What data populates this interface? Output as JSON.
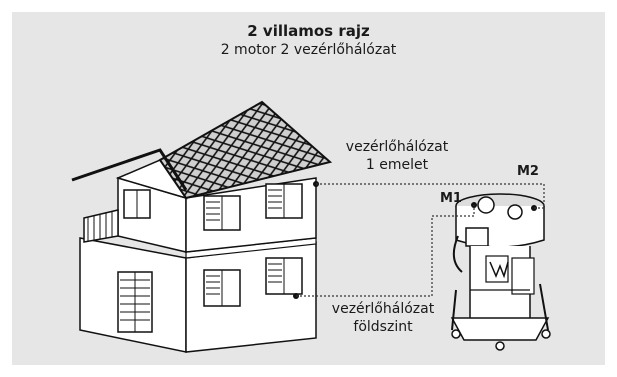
{
  "title": "2 villamos rajz",
  "subtitle": "2 motor 2 vezérlőhálózat",
  "upper_network": {
    "line1": "vezérlőhálózat",
    "line2": "1 emelet"
  },
  "ground_network": {
    "line1": "vezérlőhálózat",
    "line2": "földszint"
  },
  "motor_labels": {
    "m1": "M1",
    "m2": "M2"
  },
  "colors": {
    "panel": "#e6e6e6",
    "line": "#1a1a1a",
    "wall": "#ffffff"
  },
  "icons": [
    "house-illustration",
    "dust-extractor-illustration"
  ]
}
